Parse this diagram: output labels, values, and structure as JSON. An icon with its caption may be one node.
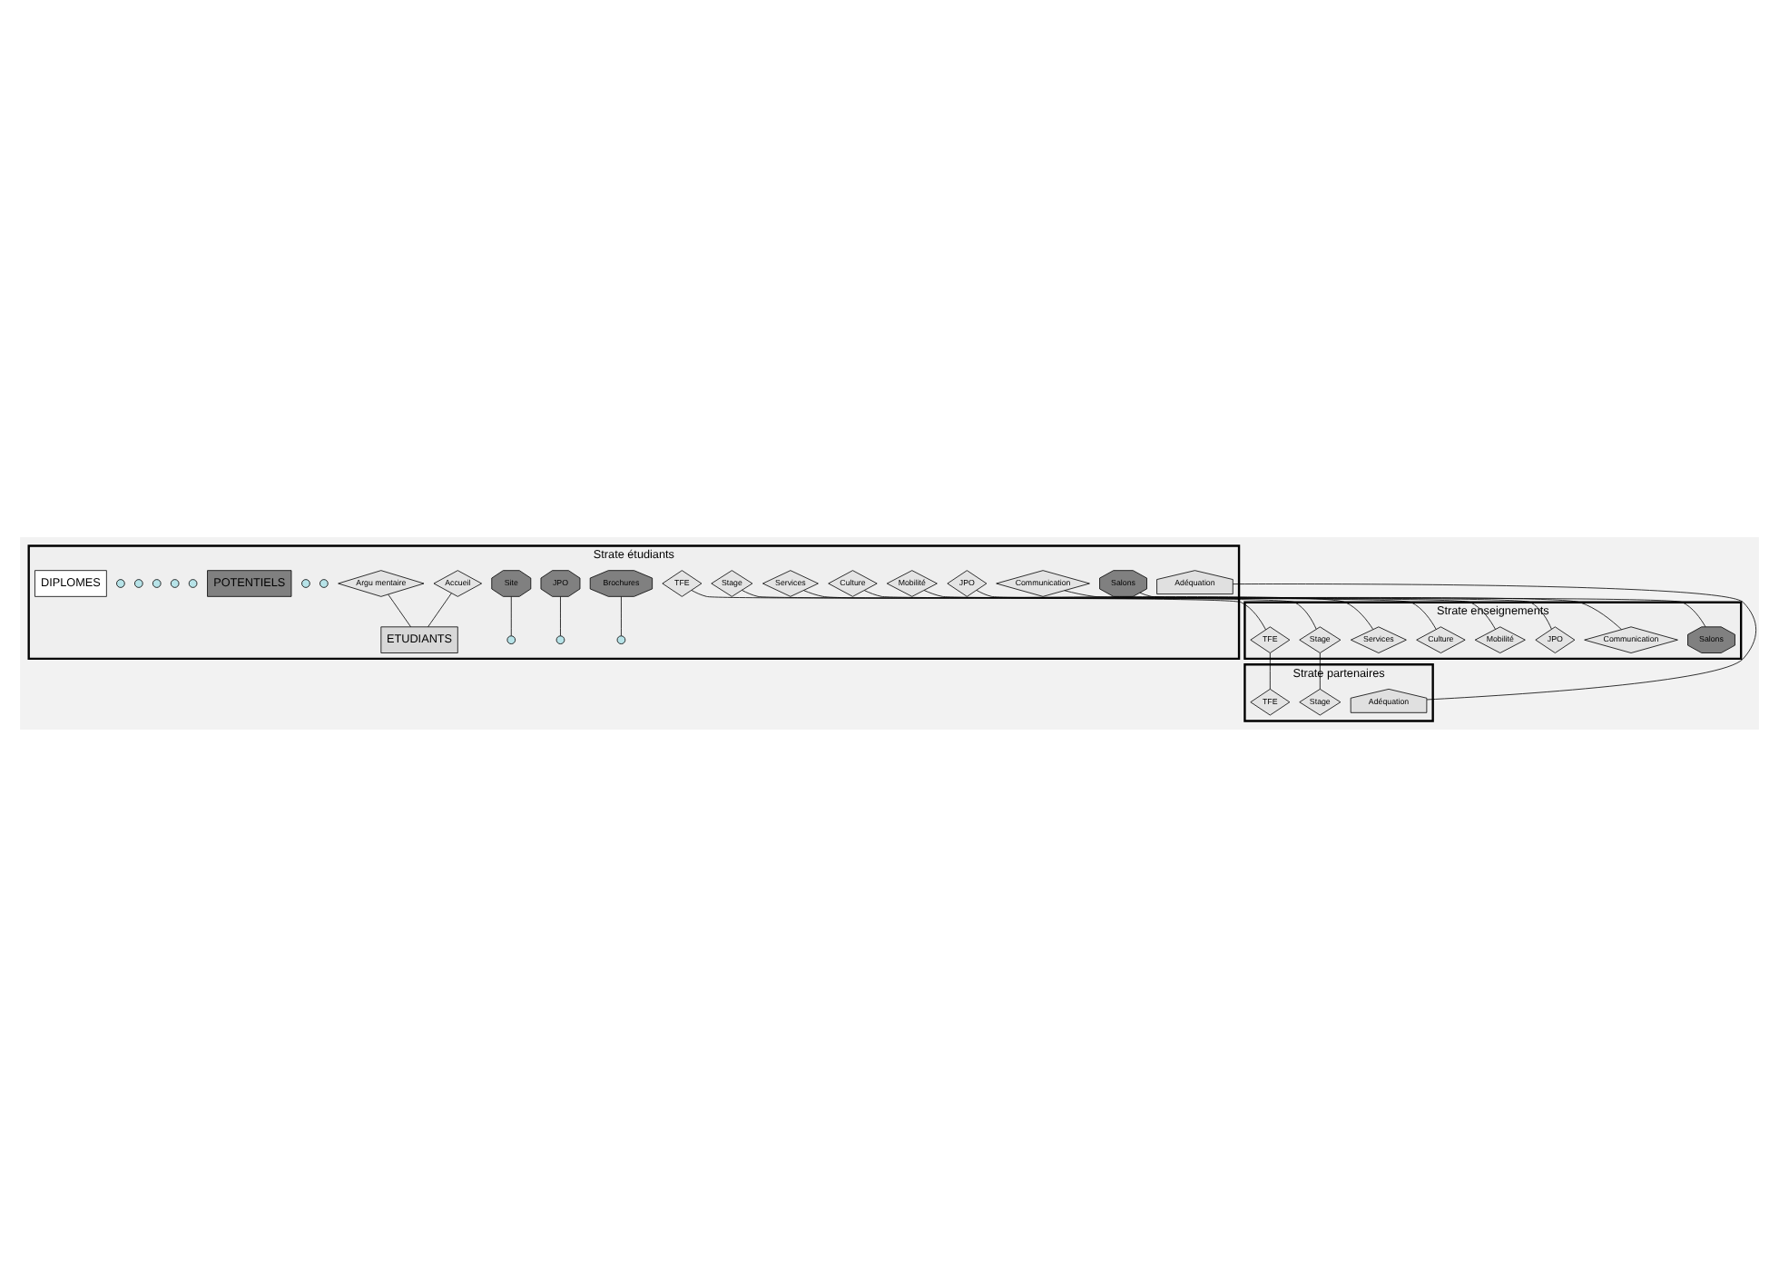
{
  "diagram": {
    "nodes": [
      {
        "text": [
          "Strate étudiants"
        ]
      },
      {
        "text": [
          "Brochures"
        ],
        "in": 0
      },
      {
        "text": [
          "Salons"
        ],
        "in": 0
      },
      {
        "text": [
          "JPO"
        ],
        "in": 0
      },
      {
        "text": [
          "Site"
        ],
        "in": 0
      },
      {
        "text": [
          "Communication"
        ],
        "in": 0
      },
      {
        "text": [
          "Accueil"
        ],
        "in": 0
      },
      {
        "text": [
          "JPO"
        ],
        "in": 0
      },
      {
        "text": [
          "Mobilité"
        ],
        "in": 0
      },
      {
        "text": [
          "Culture"
        ],
        "in": 0
      },
      {
        "text": [
          "Services"
        ],
        "in": 0
      },
      {
        "text": [
          "Stage"
        ],
        "in": 0
      },
      {
        "text": [
          "TFE"
        ],
        "in": 0
      },
      {
        "text": [
          "Argu mentaire"
        ],
        "in": 0
      },
      {
        "text": [
          "Adéquation"
        ],
        "in": 0
      },
      {
        "text": [],
        "shape": "circle",
        "in": 0
      },
      {
        "text": [],
        "shape": "circle",
        "in": 0
      },
      {
        "text": [],
        "shape": "circle",
        "in": 0
      },
      {
        "text": [],
        "shape": "circle",
        "in": 0
      },
      {
        "text": [],
        "shape": "circle",
        "in": 0
      },
      {
        "text": [
          "POTENTIELS"
        ],
        "in": 0
      },
      {
        "text": [
          "ETUDIANTS"
        ],
        "in": 0
      },
      {
        "text": [],
        "shape": "circle",
        "in": 0
      },
      {
        "text": [],
        "shape": "circle",
        "in": 0
      },
      {
        "text": [],
        "shape": "circle",
        "in": 0
      },
      {
        "text": [],
        "shape": "circle",
        "in": 0
      },
      {
        "text": [],
        "shape": "circle",
        "in": 0
      },
      {
        "text": [
          "DIPLOMES"
        ],
        "in": 0
      },
      {
        "text": [
          "Strate enseignements"
        ]
      },
      {
        "text": [
          "Salons"
        ],
        "in": 28
      },
      {
        "text": [
          "Communication"
        ],
        "in": 28
      },
      {
        "text": [
          "Mobilité"
        ],
        "in": 28
      },
      {
        "text": [
          "JPO"
        ],
        "in": 28
      },
      {
        "text": [
          "Culture"
        ],
        "in": 28
      },
      {
        "text": [
          "Stage"
        ],
        "in": 28
      },
      {
        "text": [
          "TFE"
        ],
        "in": 28
      },
      {
        "text": [
          "Services"
        ],
        "in": 28
      },
      {
        "text": [
          "Strate partenaires"
        ]
      },
      {
        "text": [
          "Stage"
        ],
        "in": 37
      },
      {
        "text": [
          "TFE"
        ],
        "in": 37
      },
      {
        "text": [
          "Adéquation"
        ],
        "in": 37
      }
    ],
    "edges": [
      {
        "from": 1,
        "to": 15,
        "arrow": "none"
      },
      {
        "from": 3,
        "to": 16,
        "arrow": "none"
      },
      {
        "from": 4,
        "to": 18,
        "arrow": "none"
      },
      {
        "from": 2,
        "to": 29,
        "arrow": "none"
      },
      {
        "from": 5,
        "to": 30,
        "arrow": "none"
      },
      {
        "from": 7,
        "to": 32,
        "arrow": "none"
      },
      {
        "from": 8,
        "to": 31,
        "arrow": "none"
      },
      {
        "from": 9,
        "to": 33,
        "arrow": "none"
      },
      {
        "from": 10,
        "to": 36,
        "arrow": "none"
      },
      {
        "from": 11,
        "to": 34,
        "arrow": "none"
      },
      {
        "from": 34,
        "to": 38,
        "arrow": "none"
      },
      {
        "from": 12,
        "to": 35,
        "arrow": "none"
      },
      {
        "from": 35,
        "to": 39,
        "arrow": "none"
      },
      {
        "from": 14,
        "to": 40,
        "arrow": "none"
      },
      {
        "from": 6,
        "to": 21,
        "arrow": "none"
      },
      {
        "from": 13,
        "to": 21,
        "arrow": "none"
      }
    ]
  }
}
